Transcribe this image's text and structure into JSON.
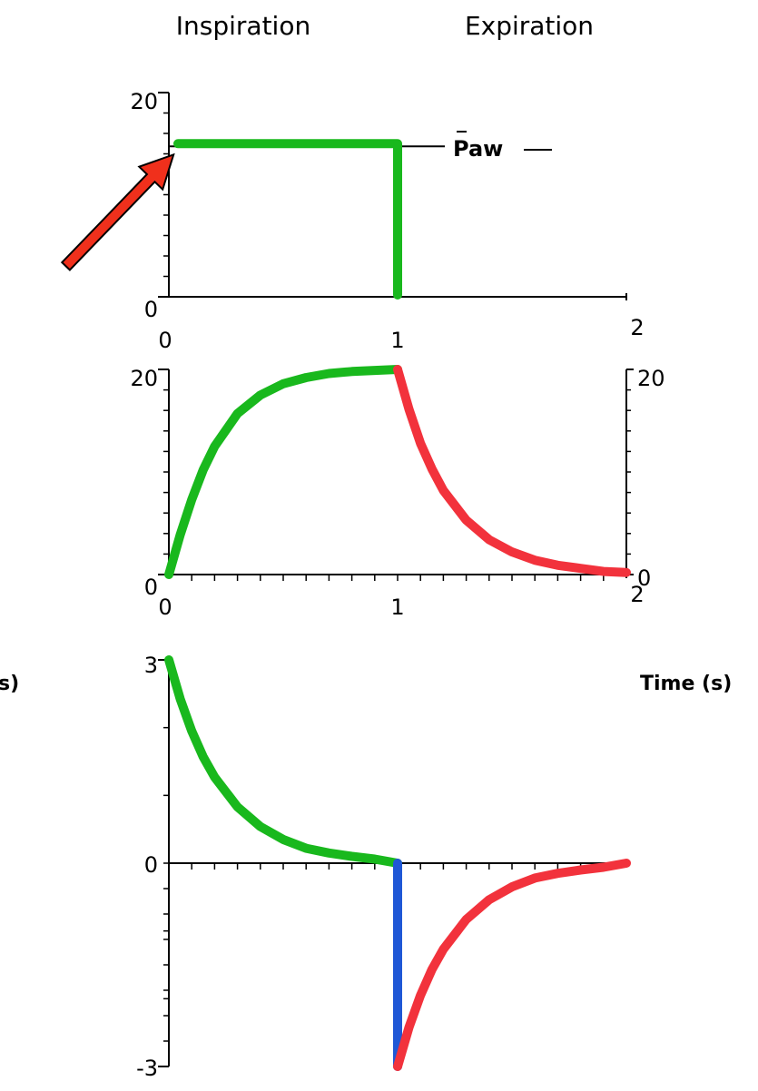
{
  "phase_labels": {
    "inspiration": "Inspiration",
    "expiration": "Expiration"
  },
  "annotations": {
    "paw": "Paw",
    "time_label": "Time (s)",
    "left_cut_text": "s)"
  },
  "colors": {
    "inspiration": "#19b81d",
    "expiration": "#f2323c",
    "transition": "#1f57d6",
    "arrow": "#f0301c",
    "axis": "#000000"
  },
  "chart_data": [
    {
      "type": "line",
      "title": "",
      "xlabel": "",
      "ylabel": "",
      "xlim": [
        0,
        2
      ],
      "ylim": [
        0,
        20
      ],
      "y_tick_labels": [
        "0",
        "20"
      ],
      "x_tick_labels": [
        "0",
        "1",
        "2"
      ],
      "series": [
        {
          "color": "inspiration",
          "x": [
            0,
            1,
            1
          ],
          "y": [
            15,
            15,
            0
          ]
        }
      ],
      "reference_line": {
        "y": 15
      },
      "arrow": {
        "from": [
          -0.45,
          3
        ],
        "to": [
          0.1,
          15
        ]
      }
    },
    {
      "type": "line",
      "title": "",
      "xlabel": "",
      "ylabel": "",
      "xlim": [
        0,
        2
      ],
      "ylim": [
        0,
        20
      ],
      "y_tick_labels": [
        "0",
        "20"
      ],
      "right_tick_labels": [
        "0",
        "20"
      ],
      "x_tick_labels": [
        "0",
        "1",
        "2"
      ],
      "series": [
        {
          "color": "inspiration",
          "x": [
            0,
            0.05,
            0.1,
            0.15,
            0.2,
            0.3,
            0.4,
            0.5,
            0.6,
            0.7,
            0.8,
            0.9,
            1.0
          ],
          "y": [
            0,
            3.9,
            7.3,
            10.2,
            12.5,
            15.7,
            17.5,
            18.6,
            19.2,
            19.6,
            19.8,
            19.9,
            20
          ]
        },
        {
          "color": "expiration",
          "x": [
            1.0,
            1.05,
            1.1,
            1.15,
            1.2,
            1.3,
            1.4,
            1.5,
            1.6,
            1.7,
            1.8,
            1.9,
            2.0
          ],
          "y": [
            20,
            16.1,
            12.8,
            10.3,
            8.2,
            5.3,
            3.4,
            2.2,
            1.4,
            0.9,
            0.6,
            0.3,
            0.2
          ]
        }
      ]
    },
    {
      "type": "line",
      "title": "",
      "xlabel": "Time (s)",
      "ylabel": "",
      "xlim": [
        0,
        2
      ],
      "ylim": [
        -3,
        3
      ],
      "y_tick_labels": [
        "-3",
        "0",
        "3"
      ],
      "series": [
        {
          "color": "inspiration",
          "x": [
            0,
            0.05,
            0.1,
            0.15,
            0.2,
            0.3,
            0.4,
            0.5,
            0.6,
            0.7,
            0.8,
            0.9,
            1.0
          ],
          "y": [
            3,
            2.42,
            1.95,
            1.57,
            1.27,
            0.83,
            0.54,
            0.35,
            0.22,
            0.15,
            0.1,
            0.06,
            0
          ]
        },
        {
          "color": "transition",
          "x": [
            1.0,
            1.0
          ],
          "y": [
            0,
            -3
          ]
        },
        {
          "color": "expiration",
          "x": [
            1.0,
            1.05,
            1.1,
            1.15,
            1.2,
            1.3,
            1.4,
            1.5,
            1.6,
            1.7,
            1.8,
            1.9,
            2.0
          ],
          "y": [
            -3,
            -2.42,
            -1.95,
            -1.57,
            -1.27,
            -0.83,
            -0.54,
            -0.35,
            -0.22,
            -0.15,
            -0.1,
            -0.06,
            0
          ]
        }
      ]
    }
  ]
}
